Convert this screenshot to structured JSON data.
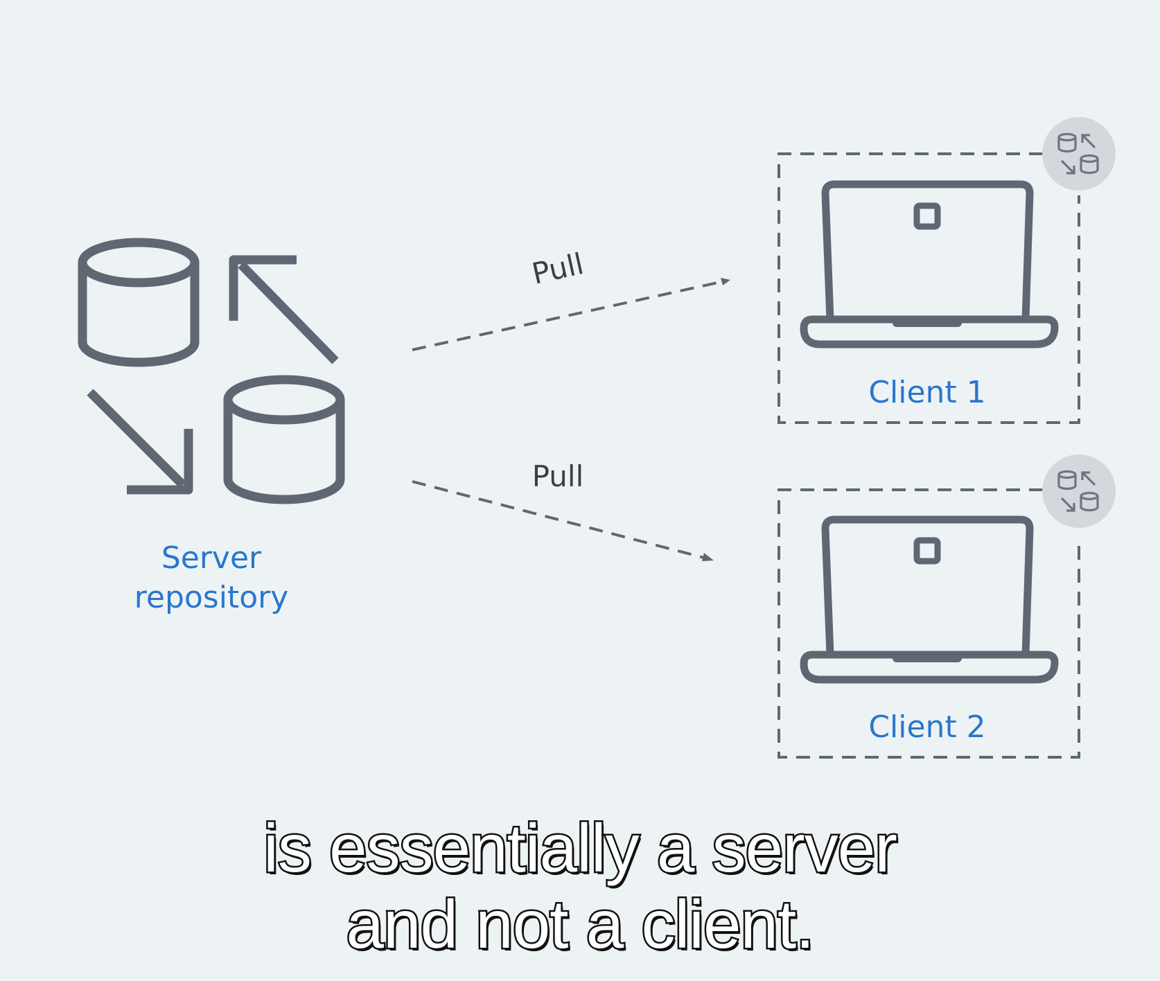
{
  "server": {
    "label_line1": "Server",
    "label_line2": "repository"
  },
  "connections": [
    {
      "label": "Pull"
    },
    {
      "label": "Pull"
    }
  ],
  "clients": [
    {
      "label": "Client 1"
    },
    {
      "label": "Client 2"
    }
  ],
  "caption": {
    "line1": "is essentially a server",
    "line2": "and not a client."
  },
  "colors": {
    "background": "#edf3f5",
    "icon_stroke": "#5e6772",
    "label_blue": "#2a76cc",
    "badge_fill": "#d4d8dc"
  }
}
